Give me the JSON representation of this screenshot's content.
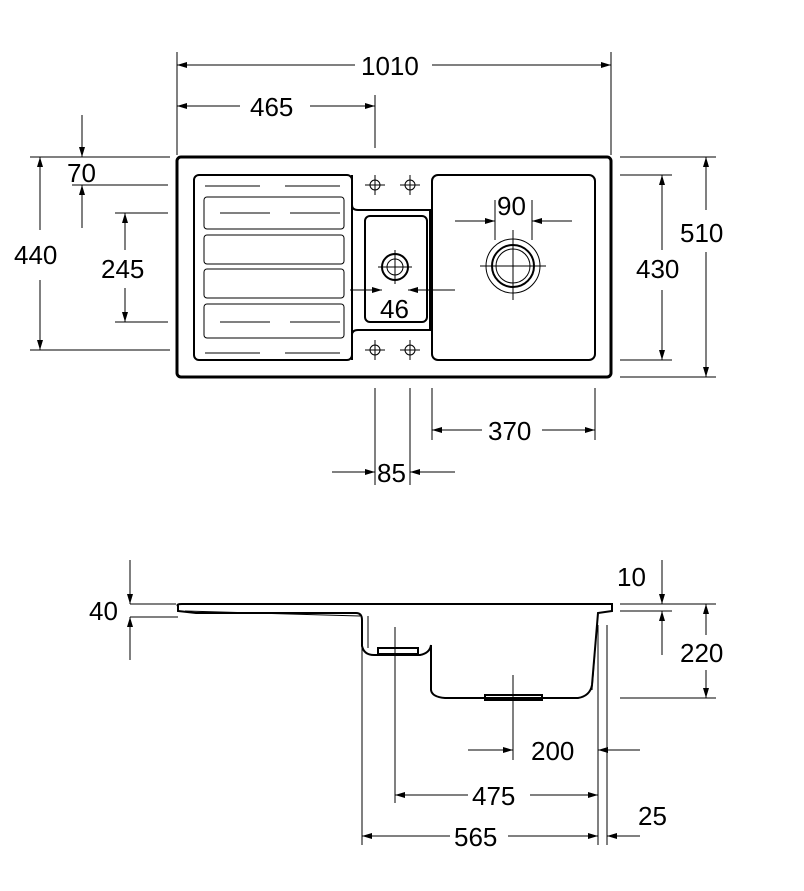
{
  "top_view": {
    "dims": {
      "overall_width": "1010",
      "drainer_width": "465",
      "front_margin": "70",
      "bowl_height": "440",
      "drainer_depth": "245",
      "overall_depth": "510",
      "main_bowl_depth": "430",
      "main_waste": "90",
      "small_waste": "46",
      "main_bowl_width": "370",
      "small_bowl_width": "85"
    }
  },
  "side_view": {
    "dims": {
      "rim_thickness": "40",
      "rim_top": "10",
      "bowl_depth": "220",
      "waste_offset": "200",
      "main_bowl_length": "475",
      "total_bowl_length": "565",
      "back_margin": "25"
    }
  }
}
